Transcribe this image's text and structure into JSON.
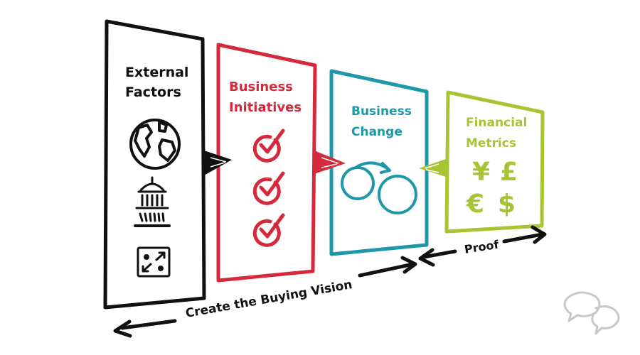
{
  "panels": [
    {
      "key": "external",
      "title_line1": "External",
      "title_line2": "Factors",
      "color": "#111111"
    },
    {
      "key": "initiatives",
      "title_line1": "Business",
      "title_line2": "Initiatives",
      "color": "#d42a3c"
    },
    {
      "key": "change",
      "title_line1": "Business",
      "title_line2": "Change",
      "color": "#1e97a8"
    },
    {
      "key": "metrics",
      "title_line1": "Financial",
      "title_line2": "Metrics",
      "color": "#a7c433"
    }
  ],
  "currency": {
    "yen": "¥",
    "pound": "£",
    "euro": "€",
    "dollar": "$"
  },
  "arrows": {
    "vision_label": "Create the Buying Vision",
    "proof_label": "Proof"
  },
  "icons": [
    "globe-icon",
    "capitol-icon",
    "arrows-box-icon",
    "checkmark-icon",
    "cycle-icon",
    "chat-bubbles-icon"
  ]
}
